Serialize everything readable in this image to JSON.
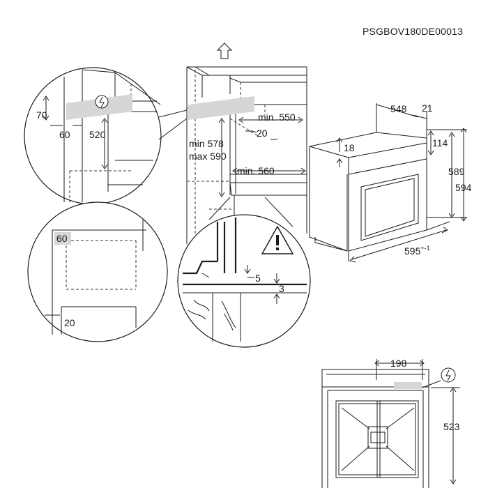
{
  "header": {
    "code": "PSGBOV180DE00013"
  },
  "dimensions": {
    "d70": "70",
    "d60a": "60",
    "d520": "520",
    "d60b": "60",
    "d20a": "20",
    "min578": "min 578",
    "max590": "max 590",
    "min550": "min. 550",
    "d20b": "20",
    "min560": "min. 560",
    "d548": "548",
    "d21": "21",
    "d18": "18",
    "d114": "114",
    "d589": "589",
    "d594": "594",
    "d595": "595",
    "d595tol": "+-1",
    "d5": "5",
    "d3": "3",
    "d198": "198",
    "d523": "523"
  },
  "icons": [
    "electric-socket-icon",
    "warning-triangle-icon",
    "up-arrow-icon"
  ]
}
